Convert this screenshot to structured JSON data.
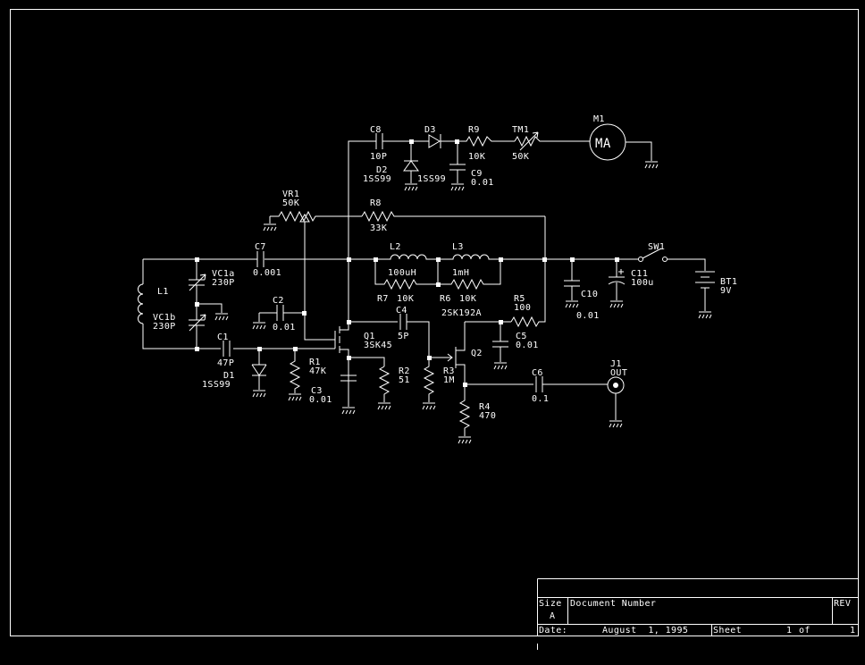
{
  "components": {
    "M1": {
      "ref": "M1",
      "label": "MA"
    },
    "C8": {
      "ref": "C8",
      "value": "10P"
    },
    "D3": {
      "ref": "D3"
    },
    "R9": {
      "ref": "R9",
      "value": "10K"
    },
    "TM1": {
      "ref": "TM1",
      "value": "50K"
    },
    "D2": {
      "ref": "D2",
      "value": "1SS99",
      "value2": "1SS99"
    },
    "C9": {
      "ref": "C9",
      "value": "0.01"
    },
    "VR1": {
      "ref": "VR1",
      "value": "50K"
    },
    "R8": {
      "ref": "R8",
      "value": "33K"
    },
    "C7": {
      "ref": "C7",
      "value": "0.001"
    },
    "L2": {
      "ref": "L2",
      "value": "100uH"
    },
    "L3": {
      "ref": "L3",
      "value": "1mH"
    },
    "SW1": {
      "ref": "SW1"
    },
    "C11": {
      "ref": "C11",
      "value": "100u"
    },
    "BT1": {
      "ref": "BT1",
      "value": "9V"
    },
    "L1": {
      "ref": "L1"
    },
    "VC1a": {
      "ref": "VC1a",
      "value": "230P"
    },
    "VC1b": {
      "ref": "VC1b",
      "value": "230P"
    },
    "C2": {
      "ref": "C2",
      "value": "0.01"
    },
    "R7": {
      "ref": "R7",
      "value": "10K"
    },
    "R6": {
      "ref": "R6",
      "value": "10K"
    },
    "C10": {
      "ref": "C10",
      "value": "0.01"
    },
    "C4": {
      "ref": "C4",
      "value": "5P"
    },
    "Q2": {
      "ref": "Q2",
      "value": "2SK192A"
    },
    "R5": {
      "ref": "R5",
      "value": "100"
    },
    "Q1": {
      "ref": "Q1",
      "value": "3SK45"
    },
    "C5": {
      "ref": "C5",
      "value": "0.01"
    },
    "C1": {
      "ref": "C1",
      "value": "47P"
    },
    "D1": {
      "ref": "D1",
      "value": "1SS99"
    },
    "R1": {
      "ref": "R1",
      "value": "47K"
    },
    "R2": {
      "ref": "R2",
      "value": "51"
    },
    "R3": {
      "ref": "R3",
      "value": "1M"
    },
    "C3": {
      "ref": "C3",
      "value": "0.01"
    },
    "C6": {
      "ref": "C6",
      "value": "0.1"
    },
    "J1": {
      "ref": "J1",
      "value": "OUT"
    },
    "R4": {
      "ref": "R4",
      "value": "470"
    }
  },
  "title_block": {
    "size_label": "Size",
    "size_value": "A",
    "docnum_label": "Document Number",
    "rev_label": "REV",
    "date_label": "Date:",
    "date_value": "August  1, 1995",
    "sheet_label": "Sheet",
    "sheet_num": "1",
    "of_label": "of",
    "sheet_total": "1"
  }
}
